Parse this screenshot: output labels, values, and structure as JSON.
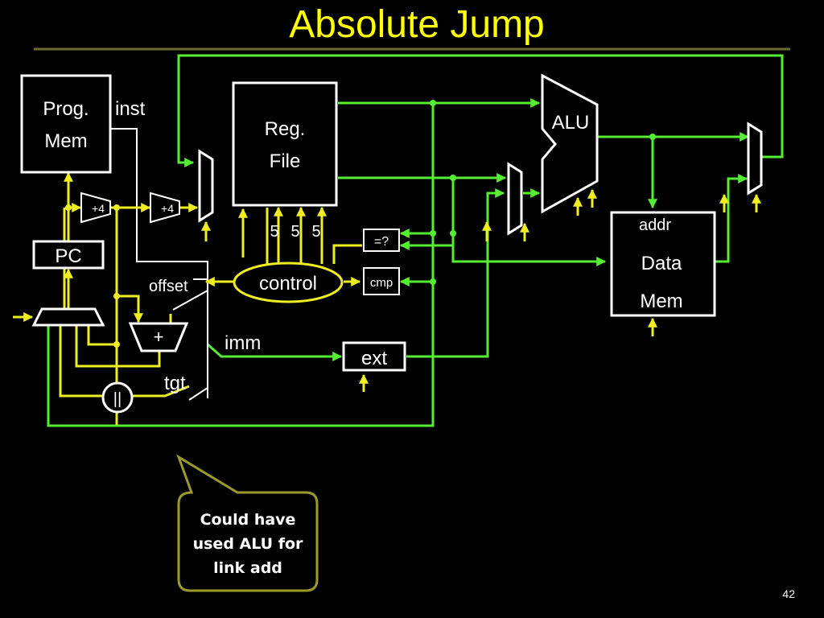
{
  "slide": {
    "title": "Absolute Jump",
    "page_number": "42"
  },
  "blocks": {
    "prog_mem": [
      "Prog.",
      "Mem"
    ],
    "reg_file": [
      "Reg.",
      "File"
    ],
    "alu": "ALU",
    "data_mem": [
      "Data",
      "Mem"
    ],
    "pc": "PC",
    "control": "control",
    "ext": "ext",
    "eq_cmp": "=?",
    "cmp": "cmp",
    "plus4_a": "+4",
    "plus4_b": "+4",
    "adder": "+",
    "or_gate": "||"
  },
  "labels": {
    "inst": "inst",
    "addr": "addr",
    "offset": "offset",
    "imm": "imm",
    "tgt": "tgt",
    "reg_width_1": "5",
    "reg_width_2": "5",
    "reg_width_3": "5"
  },
  "callout": {
    "lines": [
      "Could have",
      "used ALU for",
      "link add"
    ]
  },
  "colors": {
    "title": "#ffff00",
    "green_wire": "#55ee33",
    "yellow_wire": "#eeee22",
    "callout_border": "#9a9a2a",
    "title_rule": "#6b6b33"
  }
}
